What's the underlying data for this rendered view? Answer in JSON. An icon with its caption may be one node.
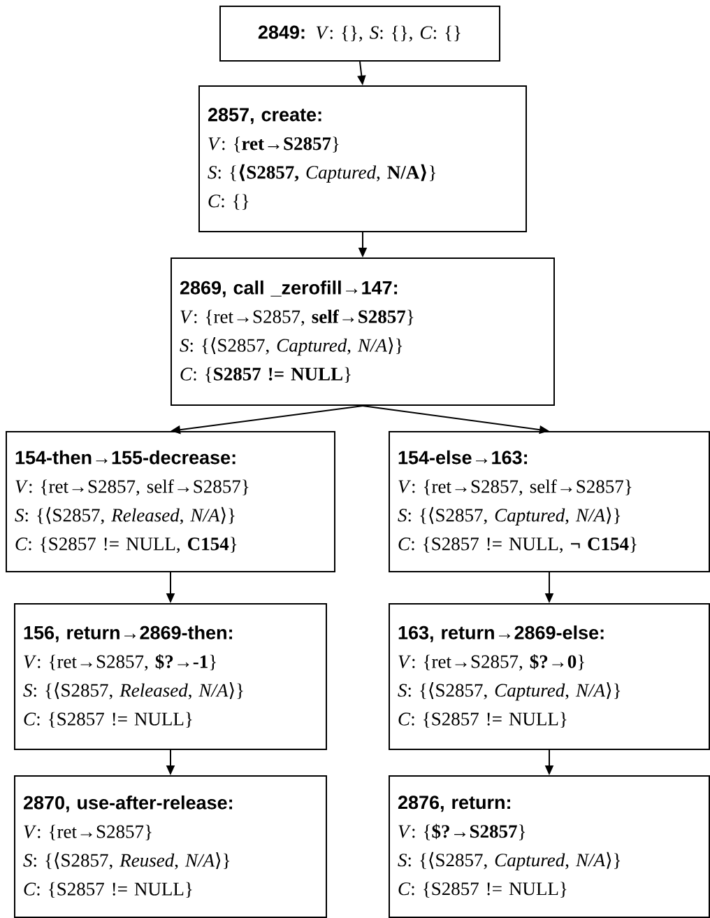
{
  "diagram": {
    "nodes": [
      {
        "text": [
          "2849:",
          "*V*: {}, *S*: {}, *C*: {}"
        ]
      },
      {
        "text": [
          "2857, create:",
          "*V*: {**ret→S2857**}",
          "*S*: {**⟨S2857,** *Captured*, **N/A⟩**}",
          "*C*: {}"
        ]
      },
      {
        "text": [
          "2869, call _zerofill→147:",
          "*V*: {ret→S2857, **self→S2857**}",
          "*S*: {⟨S2857, *Captured*, *N/A*⟩}",
          "*C*: {**S2857 != NULL**}"
        ]
      },
      {
        "text": [
          "154-then→155-decrease:",
          "*V*: {ret→S2857, self→S2857}",
          "*S*: {⟨S2857, *Released*, *N/A*⟩}",
          "*C*: {S2857 != NULL, **C154**}"
        ]
      },
      {
        "text": [
          "154-else→163:",
          "*V*: {ret→S2857, self→S2857}",
          "*S*: {⟨S2857, *Captured*, *N/A*⟩}",
          "*C*: {S2857 != NULL, **¬ C154**}"
        ]
      },
      {
        "text": [
          "156, return→2869-then:",
          "*V*: {ret→S2857, **$?→-1**}",
          "*S*: {⟨S2857, *Released*, *N/A*⟩}",
          "*C*: {S2857 != NULL}"
        ]
      },
      {
        "text": [
          "163, return→2869-else:",
          "*V*: {ret→S2857, **$?→0**}",
          "*S*: {⟨S2857, *Captured*, *N/A*⟩}",
          "*C*: {S2857 != NULL}"
        ]
      },
      {
        "text": [
          "2870, use-after-release:",
          "*V*: {ret→S2857}",
          "*S*: {⟨S2857, *Reused*, *N/A*⟩}",
          "*C*: {S2857 != NULL}"
        ]
      },
      {
        "text": [
          "2876, return:",
          "*V*: {**$?→S2857**}",
          "*S*: {⟨S2857, *Captured*, *N/A*⟩}",
          "*C*: {S2857 != NULL}"
        ]
      }
    ],
    "edges": [
      {
        "from": 0,
        "to": 1,
        "arrow": "to"
      },
      {
        "from": 1,
        "to": 2,
        "arrow": "to"
      },
      {
        "from": 2,
        "to": 3,
        "arrow": "to"
      },
      {
        "from": 2,
        "to": 4,
        "arrow": "to"
      },
      {
        "from": 3,
        "to": 5,
        "arrow": "to"
      },
      {
        "from": 4,
        "to": 6,
        "arrow": "to"
      },
      {
        "from": 5,
        "to": 7,
        "arrow": "to"
      },
      {
        "from": 6,
        "to": 8,
        "arrow": "to"
      }
    ]
  }
}
